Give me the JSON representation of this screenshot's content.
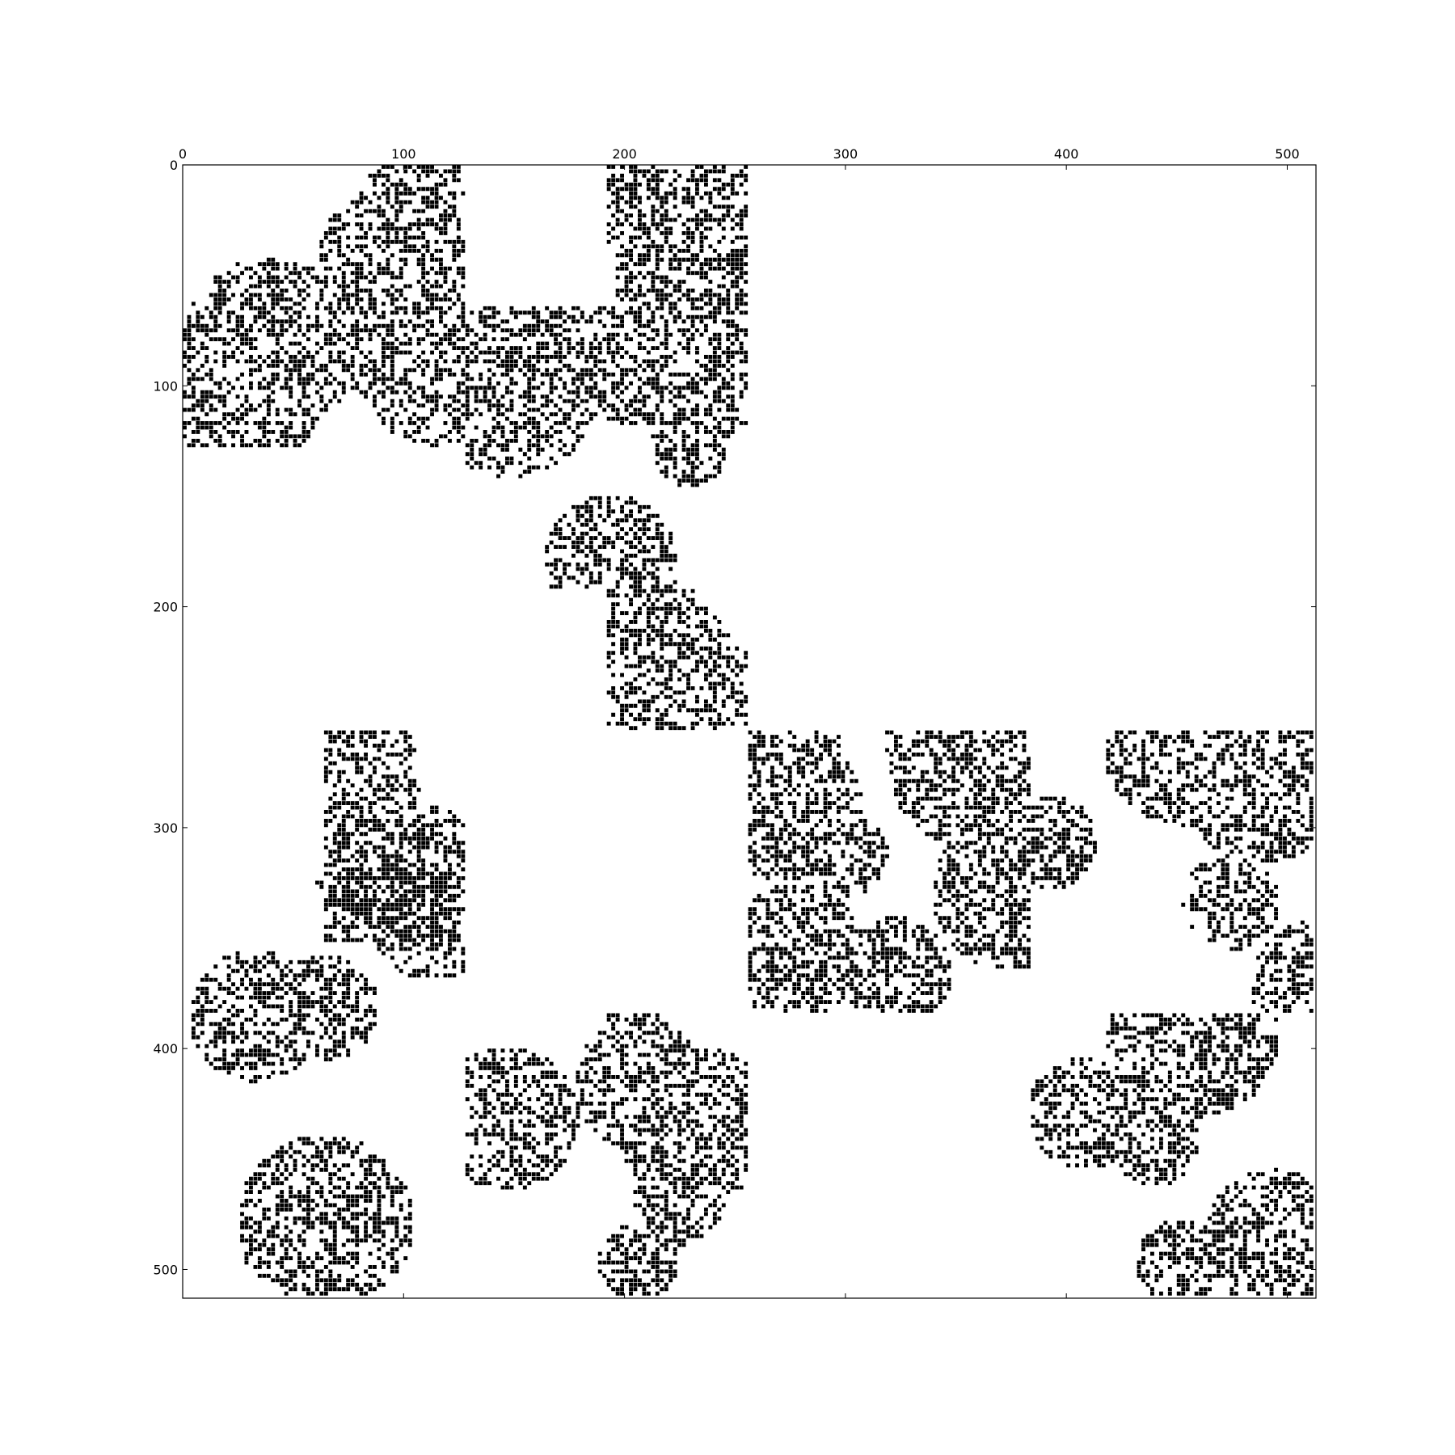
{
  "chart_data": {
    "type": "heatmap",
    "title": "",
    "xlabel": "",
    "ylabel": "",
    "xlim": [
      0,
      513
    ],
    "ylim": [
      513,
      0
    ],
    "x_axis_position": "top",
    "grid": false,
    "legend": "none",
    "colors": {
      "nonzero": "#000000",
      "zero": "#ffffff"
    },
    "x_ticks": [
      0,
      100,
      200,
      300,
      400,
      500
    ],
    "x_tick_labels": [
      "0",
      "100",
      "200",
      "300",
      "400",
      "500"
    ],
    "y_ticks": [
      0,
      100,
      200,
      300,
      400,
      500
    ],
    "y_tick_labels": [
      "0",
      "100",
      "200",
      "300",
      "400",
      "500"
    ],
    "cluster_regions": [
      {
        "x": [
          0,
          128
        ],
        "y": [
          0,
          128
        ]
      },
      {
        "x": [
          128,
          256
        ],
        "y": [
          64,
          192
        ]
      },
      {
        "x": [
          192,
          256
        ],
        "y": [
          0,
          64
        ]
      },
      {
        "x": [
          192,
          256
        ],
        "y": [
          192,
          256
        ]
      },
      {
        "x": [
          64,
          128
        ],
        "y": [
          256,
          352
        ]
      },
      {
        "x": [
          0,
          128
        ],
        "y": [
          320,
          512
        ]
      },
      {
        "x": [
          128,
          256
        ],
        "y": [
          384,
          512
        ]
      },
      {
        "x": [
          256,
          384
        ],
        "y": [
          256,
          384
        ]
      },
      {
        "x": [
          384,
          512
        ],
        "y": [
          256,
          384
        ]
      },
      {
        "x": [
          384,
          512
        ],
        "y": [
          384,
          512
        ]
      }
    ]
  }
}
